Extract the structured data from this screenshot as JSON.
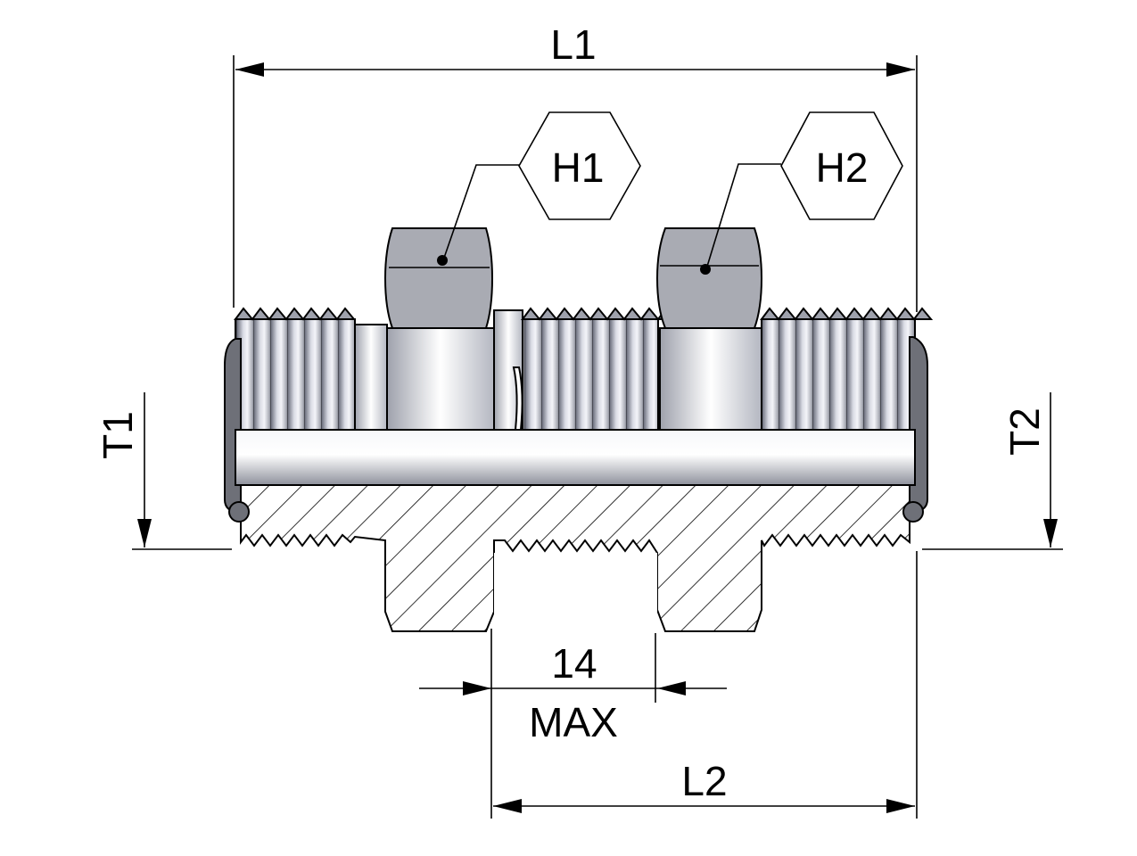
{
  "dimensions": {
    "l1": "L1",
    "l2": "L2",
    "t1": "T1",
    "t2": "T2",
    "gap_value": "14",
    "gap_note": "MAX"
  },
  "callouts": {
    "h1": "H1",
    "h2": "H2"
  },
  "colors": {
    "metal_light": "#f2f3f7",
    "metal_mid": "#b9bcc8",
    "metal_dark": "#7f8290",
    "nut": "#a9abb3",
    "seal": "#6e7078"
  }
}
